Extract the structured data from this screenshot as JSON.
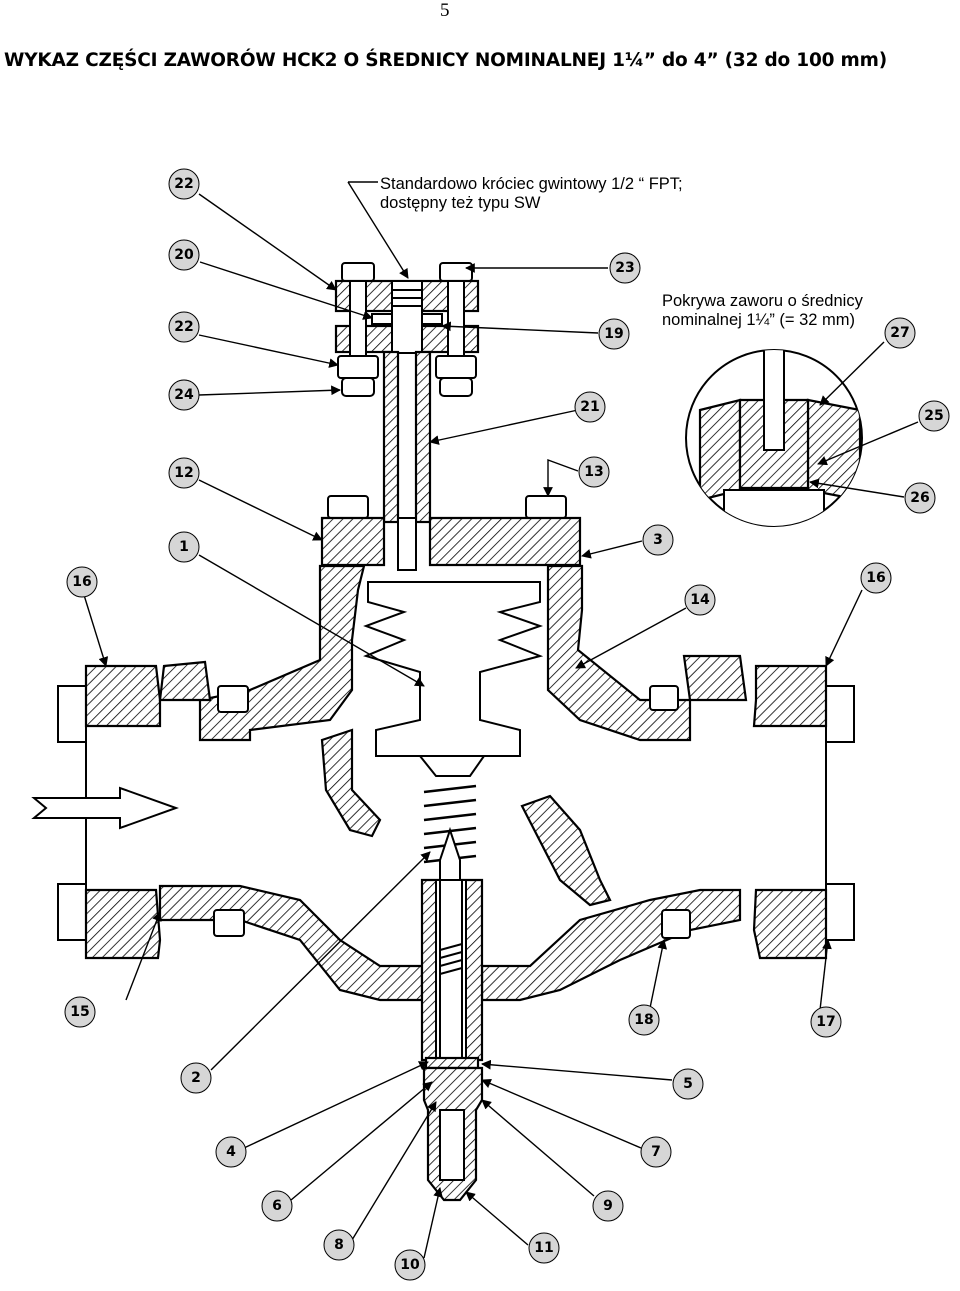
{
  "page": {
    "number": "5",
    "title": "WYKAZ CZĘŚCI ZAWORÓW HCK2 O ŚREDNICY NOMINALNEJ 1¼” do 4” (32 do 100 mm)"
  },
  "notes": {
    "standard_connection_line1": "Standardowo króciec gwintowy 1/2 “ FPT;",
    "standard_connection_line2": "dostępny też typu SW",
    "cover_line1": "Pokrywa zaworu o średnicy",
    "cover_line2": "nominalnej 1¼” (= 32 mm)"
  },
  "callouts": {
    "c22a": "22",
    "c20": "20",
    "c22b": "22",
    "c24": "24",
    "c12": "12",
    "c1": "1",
    "c16a": "16",
    "c15": "15",
    "c2": "2",
    "c4": "4",
    "c6": "6",
    "c8": "8",
    "c10": "10",
    "c11": "11",
    "c9": "9",
    "c7": "7",
    "c5": "5",
    "c18": "18",
    "c17": "17",
    "c16b": "16",
    "c14": "14",
    "c3": "3",
    "c13": "13",
    "c21": "21",
    "c19": "19",
    "c23": "23",
    "c27": "27",
    "c25": "25",
    "c26": "26"
  }
}
